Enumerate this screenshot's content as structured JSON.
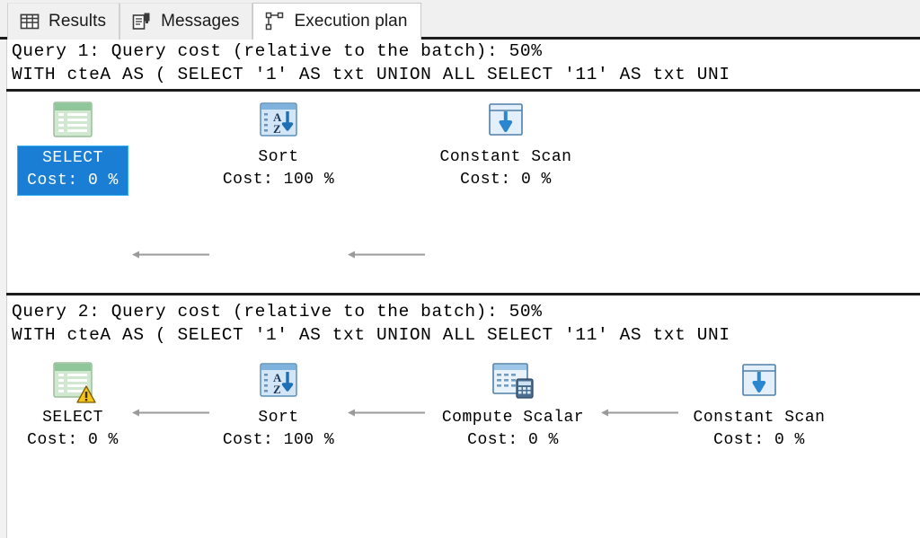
{
  "tabs": [
    {
      "label": "Results",
      "icon": "grid-icon",
      "active": false
    },
    {
      "label": "Messages",
      "icon": "document-icon",
      "active": false
    },
    {
      "label": "Execution plan",
      "icon": "plan-tree-icon",
      "active": true
    }
  ],
  "colors": {
    "selection_blue": "#1a7fd4",
    "selection_border": "#34b3f1",
    "connector_gray": "#9a9a9a",
    "tabstrip_bg": "#f0f0f0",
    "rule_black": "#1c1c1c",
    "warning_yellow": "#f5c518"
  },
  "queries": [
    {
      "header": "Query 1: Query cost (relative to the batch): 50%",
      "sql": "WITH cteA AS ( SELECT '1' AS txt UNION ALL SELECT '11' AS txt UNI",
      "nodes": [
        {
          "label": "SELECT",
          "cost": "Cost: 0 %",
          "icon": "select-result-icon",
          "selected": true,
          "warning": false
        },
        {
          "label": "Sort",
          "cost": "Cost: 100 %",
          "icon": "sort-az-icon",
          "selected": false,
          "warning": false
        },
        {
          "label": "Constant Scan",
          "cost": "Cost: 0 %",
          "icon": "constant-scan-icon",
          "selected": false,
          "warning": false
        }
      ]
    },
    {
      "header": "Query 2: Query cost (relative to the batch): 50%",
      "sql": "WITH cteA AS ( SELECT '1' AS txt UNION ALL SELECT '11' AS txt UNI",
      "nodes": [
        {
          "label": "SELECT",
          "cost": "Cost: 0 %",
          "icon": "select-result-icon",
          "selected": false,
          "warning": true
        },
        {
          "label": "Sort",
          "cost": "Cost: 100 %",
          "icon": "sort-az-icon",
          "selected": false,
          "warning": false
        },
        {
          "label": "Compute Scalar",
          "cost": "Cost: 0 %",
          "icon": "compute-scalar-icon",
          "selected": false,
          "warning": false
        },
        {
          "label": "Constant Scan",
          "cost": "Cost: 0 %",
          "icon": "constant-scan-icon",
          "selected": false,
          "warning": false
        }
      ]
    }
  ]
}
